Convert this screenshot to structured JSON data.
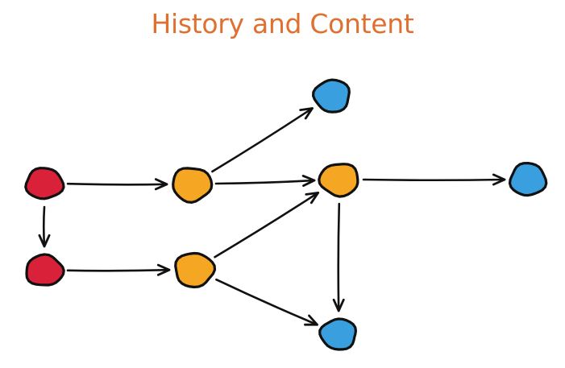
{
  "title": "History and Content",
  "colors": {
    "title": "#e07030",
    "red_node": "#d9213a",
    "orange_node": "#f5a623",
    "blue_node": "#3a9fde",
    "stroke": "#111111"
  },
  "diagram": {
    "nodes": [
      {
        "id": "red-top",
        "color": "red_node"
      },
      {
        "id": "red-bottom",
        "color": "red_node"
      },
      {
        "id": "orange-top",
        "color": "orange_node"
      },
      {
        "id": "orange-bottom",
        "color": "orange_node"
      },
      {
        "id": "orange-middle",
        "color": "orange_node"
      },
      {
        "id": "blue-top",
        "color": "blue_node"
      },
      {
        "id": "blue-right",
        "color": "blue_node"
      },
      {
        "id": "blue-bottom",
        "color": "blue_node"
      }
    ],
    "edges": [
      {
        "from": "red-top",
        "to": "red-bottom"
      },
      {
        "from": "red-top",
        "to": "orange-top"
      },
      {
        "from": "red-bottom",
        "to": "orange-bottom"
      },
      {
        "from": "orange-top",
        "to": "blue-top"
      },
      {
        "from": "orange-top",
        "to": "orange-middle"
      },
      {
        "from": "orange-bottom",
        "to": "orange-middle"
      },
      {
        "from": "orange-bottom",
        "to": "blue-bottom"
      },
      {
        "from": "orange-middle",
        "to": "blue-right"
      },
      {
        "from": "orange-middle",
        "to": "blue-bottom"
      }
    ]
  }
}
